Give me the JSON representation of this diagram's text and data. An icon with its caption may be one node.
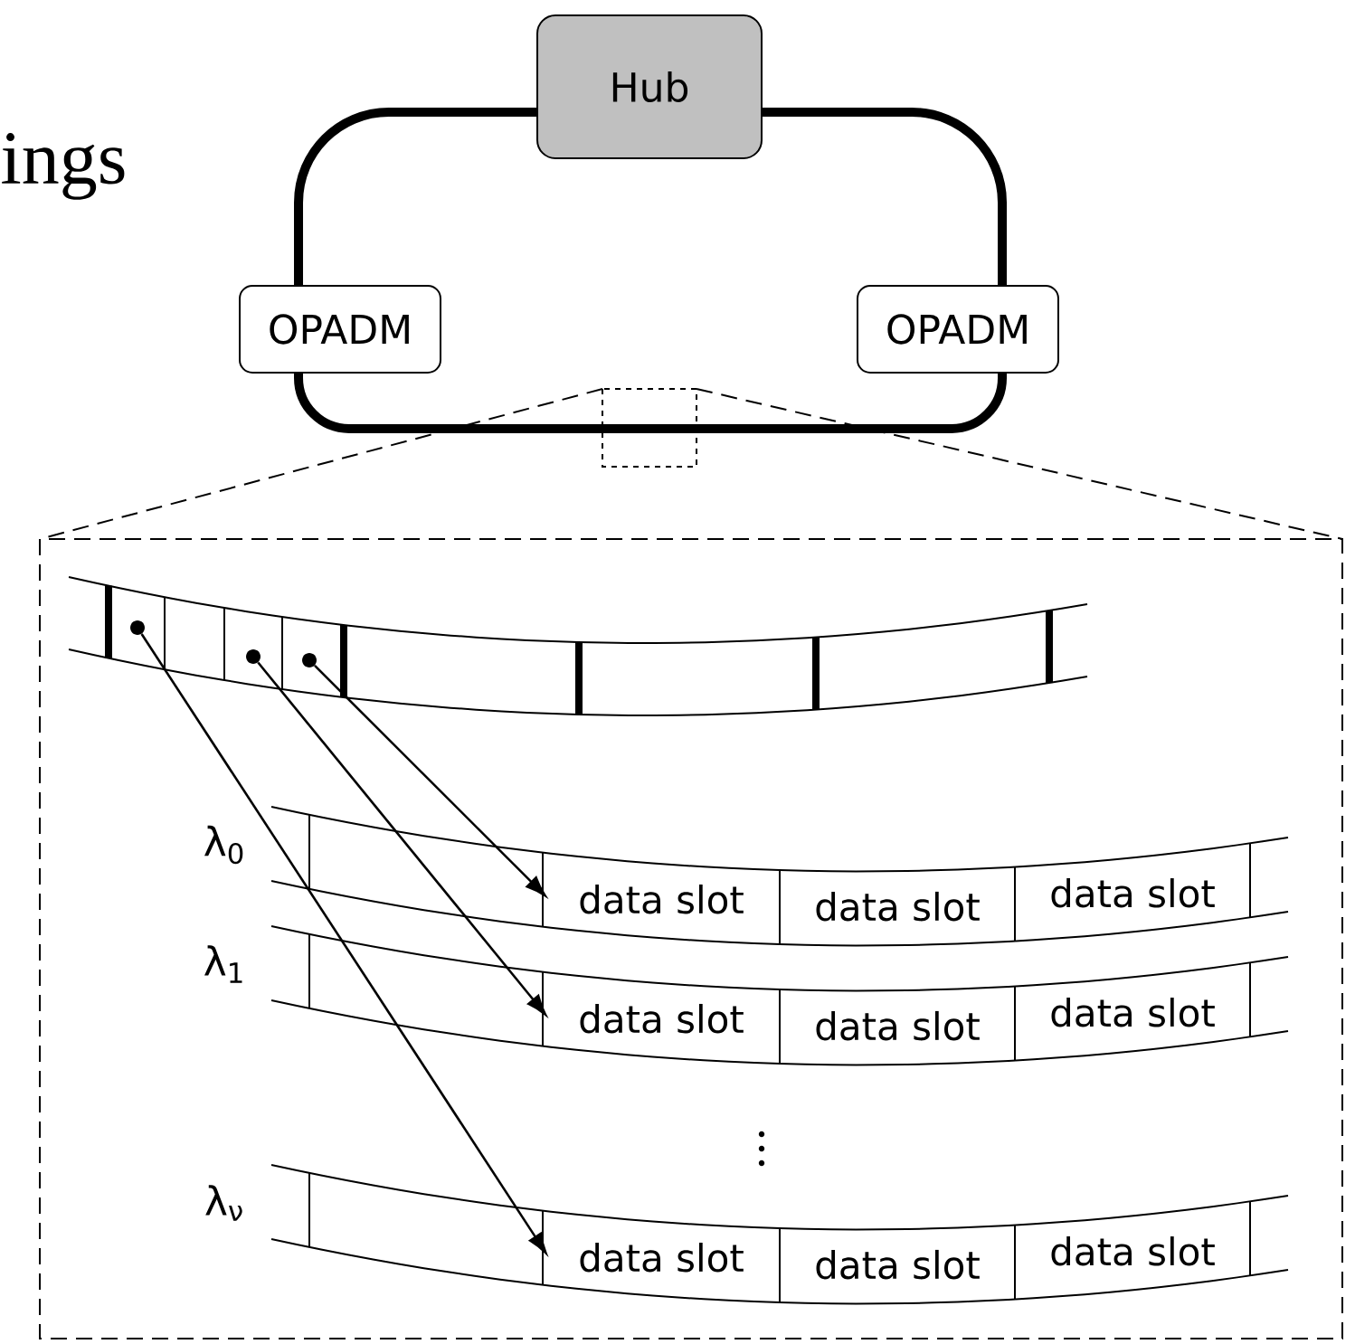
{
  "diagram": {
    "nodes": [
      {
        "text": [
          "Hub"
        ]
      },
      {
        "text": [
          "OPADM"
        ]
      },
      {
        "text": [
          "OPADM"
        ]
      },
      {
        "text": [],
        "shape": "circle"
      },
      {
        "text": [],
        "shape": "circle"
      },
      {
        "text": [],
        "shape": "circle"
      },
      {
        "text": [
          "data slot"
        ]
      },
      {
        "text": [
          "data slot"
        ]
      },
      {
        "text": [
          "data slot"
        ]
      },
      {
        "text": [
          "data slot"
        ]
      },
      {
        "text": [
          "data slot"
        ]
      },
      {
        "text": [
          "data slot"
        ]
      },
      {
        "text": [
          "data slot"
        ]
      },
      {
        "text": [
          "data slot"
        ]
      },
      {
        "text": [
          "data slot"
        ]
      }
    ],
    "edges": [
      {
        "from": 0,
        "to": 1,
        "arrow": "none",
        "style": "thick"
      },
      {
        "from": 0,
        "to": 2,
        "arrow": "none",
        "style": "thick"
      },
      {
        "from": 1,
        "to": 2,
        "arrow": "none",
        "style": "thick"
      },
      {
        "from": 3,
        "to": 12,
        "arrow": "to"
      },
      {
        "from": 4,
        "to": 9,
        "arrow": "to"
      },
      {
        "from": 5,
        "to": 6,
        "arrow": "to"
      }
    ],
    "labels": [
      "ings",
      "λ$_{0}$",
      "λ$_{1}$",
      "λ$_{ν}$"
    ]
  }
}
